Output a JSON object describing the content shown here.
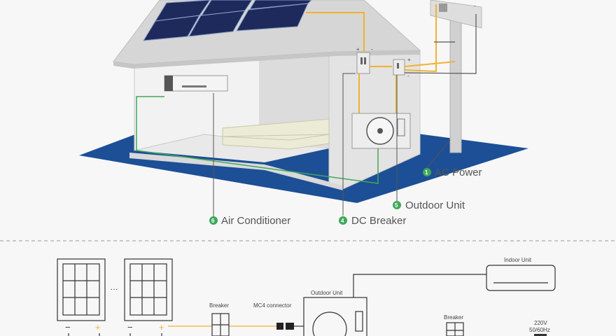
{
  "house_diagram": {
    "callouts": [
      {
        "number": "1",
        "label": "AC Power"
      },
      {
        "number": "5",
        "label": "Outdoor Unit"
      },
      {
        "number": "4",
        "label": "DC Breaker"
      },
      {
        "number": "6",
        "label": "Air Conditioner"
      }
    ],
    "polarity": {
      "plus": "+",
      "minus": "-"
    }
  },
  "wiring_diagram": {
    "indoor_unit": "Indoor Unit",
    "outdoor_unit": "Outdoor Unit",
    "breaker_left": "Breaker",
    "mc4": "MC4 connector",
    "breaker_right": "Breaker",
    "voltage": "220V",
    "frequency": "50/60Hz",
    "ellipsis": "…",
    "panel_minus": "−",
    "panel_plus": "+"
  },
  "colors": {
    "ground": "#1c4f96",
    "wire_dc": "#f2b230",
    "wire_ac": "#3fa85a",
    "callout_green": "#3fa85a",
    "solar_cell": "#1e2a5c"
  }
}
